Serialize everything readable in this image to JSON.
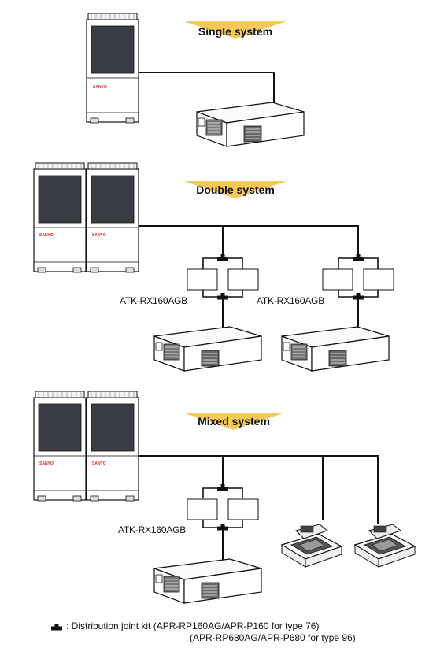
{
  "systems": [
    {
      "title": "Single system",
      "joint_labels": []
    },
    {
      "title": "Double system",
      "joint_labels": [
        "ATK-RX160AGB",
        "ATK-RX160AGB"
      ]
    },
    {
      "title": "Mixed system",
      "joint_labels": [
        "ATK-RX160AGB"
      ]
    }
  ],
  "brand": "SANYO",
  "legend": {
    "icon": "distribution-joint-icon",
    "line1": ": Distribution joint kit (APR-RP160AG/APR-P160 for type 76)",
    "line2": "(APR-RP680AG/APR-P680 for type 96)"
  },
  "colors": {
    "banner": "#f5c85a",
    "line": "#111111",
    "brand": "#d8262d",
    "panel": "#3a3d44"
  }
}
